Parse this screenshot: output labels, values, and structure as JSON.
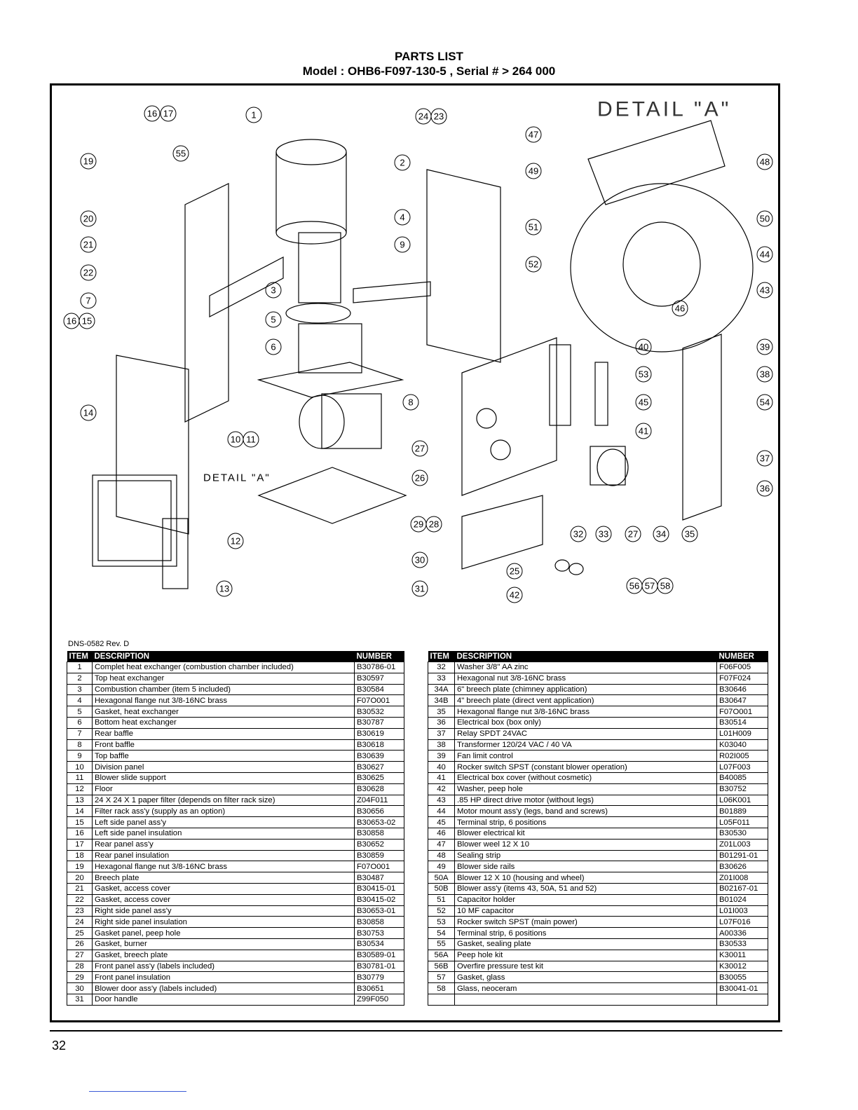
{
  "header": {
    "title": "PARTS LIST",
    "model_line": "Model : OHB6-F097-130-5 , Serial # > 264 000"
  },
  "diagram": {
    "detail_heading": "DETAIL \"A\"",
    "detail_ref": "DETAIL \"A\"",
    "callouts": [
      "16",
      "17",
      "1",
      "24",
      "23",
      "19",
      "55",
      "2",
      "20",
      "4",
      "21",
      "9",
      "22",
      "7",
      "3",
      "16",
      "15",
      "5",
      "6",
      "14",
      "10",
      "11",
      "8",
      "27",
      "26",
      "12",
      "13",
      "29",
      "28",
      "30",
      "31",
      "47",
      "48",
      "49",
      "50",
      "51",
      "44",
      "52",
      "43",
      "46",
      "40",
      "39",
      "53",
      "38",
      "45",
      "54",
      "41",
      "37",
      "36",
      "32",
      "33",
      "27",
      "34",
      "35",
      "25",
      "42",
      "56",
      "57",
      "58"
    ]
  },
  "doc_code": "DNS-0582 Rev. D",
  "columns": {
    "item": "ITEM",
    "description": "DESCRIPTION",
    "number": "NUMBER"
  },
  "parts_left": [
    {
      "item": "1",
      "desc": "Complet heat exchanger (combustion chamber included)",
      "num": "B30786-01"
    },
    {
      "item": "2",
      "desc": "Top heat exchanger",
      "num": "B30597"
    },
    {
      "item": "3",
      "desc": "Combustion chamber (item 5 included)",
      "num": "B30584"
    },
    {
      "item": "4",
      "desc": "Hexagonal flange nut 3/8-16NC brass",
      "num": "F07O001"
    },
    {
      "item": "5",
      "desc": "Gasket, heat exchanger",
      "num": "B30532"
    },
    {
      "item": "6",
      "desc": "Bottom heat exchanger",
      "num": "B30787"
    },
    {
      "item": "7",
      "desc": "Rear baffle",
      "num": "B30619"
    },
    {
      "item": "8",
      "desc": "Front baffle",
      "num": "B30618"
    },
    {
      "item": "9",
      "desc": "Top baffle",
      "num": "B30639"
    },
    {
      "item": "10",
      "desc": "Division panel",
      "num": "B30627"
    },
    {
      "item": "11",
      "desc": "Blower slide support",
      "num": "B30625"
    },
    {
      "item": "12",
      "desc": "Floor",
      "num": "B30628"
    },
    {
      "item": "13",
      "desc": "24 X 24 X 1 paper filter (depends on filter rack size)",
      "num": "Z04F011"
    },
    {
      "item": "14",
      "desc": "Filter rack ass'y (supply as an option)",
      "num": "B30656"
    },
    {
      "item": "15",
      "desc": "Left side panel ass'y",
      "num": "B30653-02"
    },
    {
      "item": "16",
      "desc": "Left side panel insulation",
      "num": "B30858"
    },
    {
      "item": "17",
      "desc": "Rear panel ass'y",
      "num": "B30652"
    },
    {
      "item": "18",
      "desc": "Rear panel insulation",
      "num": "B30859"
    },
    {
      "item": "19",
      "desc": "Hexagonal flange nut 3/8-16NC brass",
      "num": "F07O001"
    },
    {
      "item": "20",
      "desc": "Breech plate",
      "num": "B30487"
    },
    {
      "item": "21",
      "desc": "Gasket, access cover",
      "num": "B30415-01"
    },
    {
      "item": "22",
      "desc": "Gasket, access cover",
      "num": "B30415-02"
    },
    {
      "item": "23",
      "desc": "Right side panel ass'y",
      "num": "B30653-01"
    },
    {
      "item": "24",
      "desc": "Right side panel insulation",
      "num": "B30858"
    },
    {
      "item": "25",
      "desc": "Gasket panel, peep hole",
      "num": "B30753"
    },
    {
      "item": "26",
      "desc": "Gasket, burner",
      "num": "B30534"
    },
    {
      "item": "27",
      "desc": "Gasket, breech plate",
      "num": "B30589-01"
    },
    {
      "item": "28",
      "desc": "Front panel ass'y (labels included)",
      "num": "B30781-01"
    },
    {
      "item": "29",
      "desc": "Front panel insulation",
      "num": "B30779"
    },
    {
      "item": "30",
      "desc": "Blower door ass'y (labels included)",
      "num": "B30651"
    },
    {
      "item": "31",
      "desc": "Door handle",
      "num": "Z99F050"
    }
  ],
  "parts_right": [
    {
      "item": "32",
      "desc": "Washer 3/8\" AA zinc",
      "num": "F06F005"
    },
    {
      "item": "33",
      "desc": "Hexagonal nut 3/8-16NC brass",
      "num": "F07F024"
    },
    {
      "item": "34A",
      "desc": "6\" breech plate (chimney application)",
      "num": "B30646"
    },
    {
      "item": "34B",
      "desc": "4\" breech plate (direct vent application)",
      "num": "B30647"
    },
    {
      "item": "35",
      "desc": "Hexagonal flange nut 3/8-16NC brass",
      "num": "F07O001"
    },
    {
      "item": "36",
      "desc": "Electrical box (box only)",
      "num": "B30514"
    },
    {
      "item": "37",
      "desc": "Relay SPDT 24VAC",
      "num": "L01H009"
    },
    {
      "item": "38",
      "desc": "Transformer 120/24 VAC / 40 VA",
      "num": "K03040"
    },
    {
      "item": "39",
      "desc": "Fan limit control",
      "num": "R02I005"
    },
    {
      "item": "40",
      "desc": "Rocker switch SPST (constant blower operation)",
      "num": "L07F003"
    },
    {
      "item": "41",
      "desc": "Electrical box cover  (without cosmetic)",
      "num": "B40085"
    },
    {
      "item": "42",
      "desc": "Washer, peep hole",
      "num": "B30752"
    },
    {
      "item": "43",
      "desc": ".85 HP direct drive motor (without legs)",
      "num": "L06K001"
    },
    {
      "item": "44",
      "desc": "Motor mount ass'y (legs, band and screws)",
      "num": "B01889"
    },
    {
      "item": "45",
      "desc": "Terminal strip, 6 positions",
      "num": "L05F011"
    },
    {
      "item": "46",
      "desc": "Blower electrical kit",
      "num": "B30530"
    },
    {
      "item": "47",
      "desc": "Blower weel 12 X 10",
      "num": "Z01L003"
    },
    {
      "item": "48",
      "desc": "Sealing strip",
      "num": "B01291-01"
    },
    {
      "item": "49",
      "desc": "Blower side rails",
      "num": "B30626"
    },
    {
      "item": "50A",
      "desc": "Blower 12 X 10 (housing and wheel)",
      "num": "Z01I008"
    },
    {
      "item": "50B",
      "desc": "Blower ass'y (items 43, 50A, 51 and 52)",
      "num": "B02167-01"
    },
    {
      "item": "51",
      "desc": "Capacitor holder",
      "num": "B01024"
    },
    {
      "item": "52",
      "desc": "10 MF capacitor",
      "num": "L01I003"
    },
    {
      "item": "53",
      "desc": "Rocker switch SPST (main power)",
      "num": "L07F016"
    },
    {
      "item": "54",
      "desc": "Terminal strip, 6 positions",
      "num": "A00336"
    },
    {
      "item": "55",
      "desc": "Gasket, sealing plate",
      "num": "B30533"
    },
    {
      "item": "56A",
      "desc": "Peep hole kit",
      "num": "K30011"
    },
    {
      "item": "56B",
      "desc": "Overfire pressure test kit",
      "num": "K30012"
    },
    {
      "item": "57",
      "desc": "Gasket, glass",
      "num": "B30055"
    },
    {
      "item": "58",
      "desc": "Glass, neoceram",
      "num": "B30041-01"
    },
    {
      "item": "",
      "desc": "",
      "num": ""
    }
  ],
  "page_number": "32"
}
